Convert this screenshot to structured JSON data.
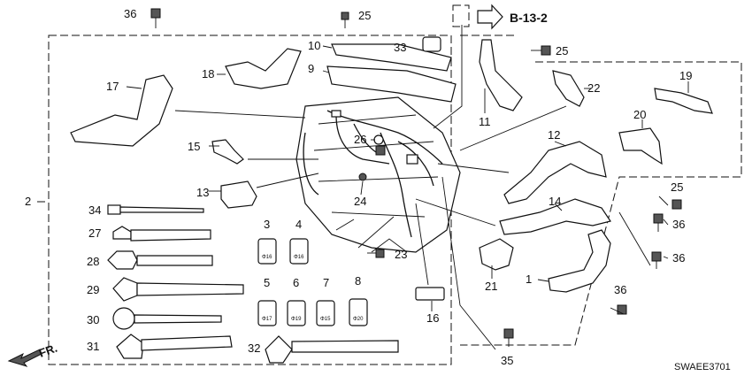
{
  "diagram": {
    "drawing_code": "SWAEE3701",
    "section_ref": "B-13-2",
    "direction_label": "FR.",
    "callouts": {
      "c1": "1",
      "c2": "2",
      "c3": "3",
      "c4": "4",
      "c5": "5",
      "c6": "6",
      "c7": "7",
      "c8": "8",
      "c9": "9",
      "c10": "10",
      "c11": "11",
      "c12": "12",
      "c13": "13",
      "c14": "14",
      "c15": "15",
      "c16": "16",
      "c17": "17",
      "c18": "18",
      "c19": "19",
      "c20": "20",
      "c21": "21",
      "c22": "22",
      "c23": "23",
      "c24": "24",
      "c25a": "25",
      "c25b": "25",
      "c25c": "25",
      "c26": "26",
      "c27": "27",
      "c28": "28",
      "c29": "29",
      "c30": "30",
      "c31": "31",
      "c32": "32",
      "c33": "33",
      "c34": "34",
      "c35": "35",
      "c36a": "36",
      "c36b": "36",
      "c36c": "36",
      "c36d": "36"
    },
    "grommet_labels": {
      "g3": "Φ16",
      "g4": "Φ16",
      "g5": "Φ17",
      "g6": "Φ19",
      "g7": "Φ15",
      "g8": "Φ20"
    }
  }
}
